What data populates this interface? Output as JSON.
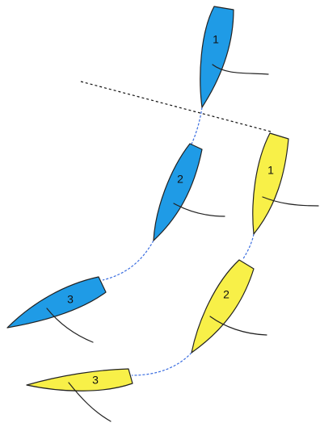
{
  "colors": {
    "blue_boat": "#1f9be6",
    "yellow_boat": "#f8f048",
    "track_blue": "#3a6de0",
    "track_yellow": "#3a6de0",
    "outline": "#222222"
  },
  "boats": {
    "blue": [
      {
        "label": "1"
      },
      {
        "label": "2"
      },
      {
        "label": "3"
      }
    ],
    "yellow": [
      {
        "label": "1"
      },
      {
        "label": "2"
      },
      {
        "label": "3"
      }
    ]
  }
}
